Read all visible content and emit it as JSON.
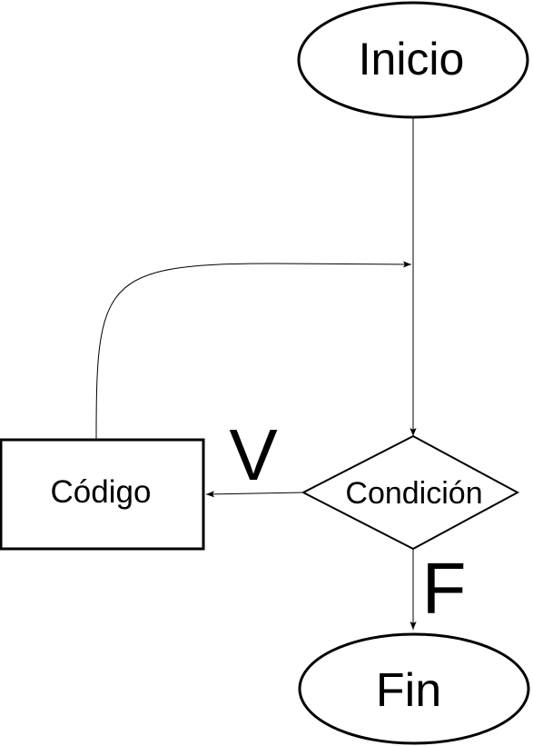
{
  "diagram": {
    "nodes": {
      "start": {
        "label": "Inicio",
        "shape": "ellipse"
      },
      "code": {
        "label": "Código",
        "shape": "rectangle"
      },
      "condition": {
        "label": "Condición",
        "shape": "diamond"
      },
      "end": {
        "label": "Fin",
        "shape": "ellipse"
      }
    },
    "edges": {
      "true_label": "V",
      "false_label": "F"
    }
  }
}
